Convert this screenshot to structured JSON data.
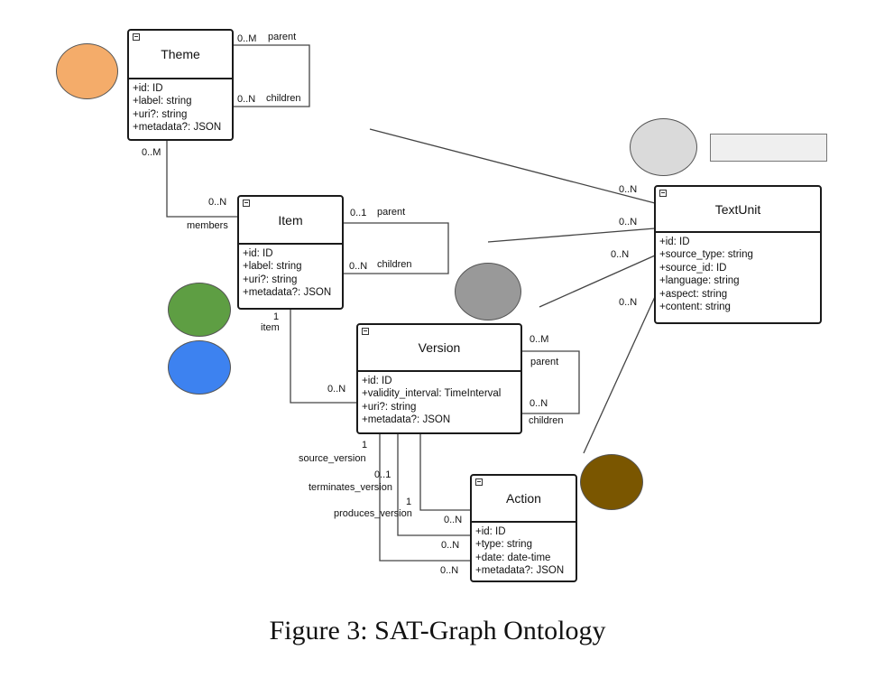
{
  "classes": {
    "theme": {
      "name": "Theme",
      "attrs": [
        "+id: ID",
        "+label: string",
        "+uri?: string",
        "+metadata?: JSON"
      ]
    },
    "item": {
      "name": "Item",
      "attrs": [
        "+id: ID",
        "+label: string",
        "+uri?: string",
        "+metadata?: JSON"
      ]
    },
    "version": {
      "name": "Version",
      "attrs": [
        "+id: ID",
        "+validity_interval: TimeInterval",
        "+uri?: string",
        "+metadata?: JSON"
      ]
    },
    "action": {
      "name": "Action",
      "attrs": [
        "+id: ID",
        "+type: string",
        "+date: date-time",
        "+metadata?: JSON"
      ]
    },
    "textunit": {
      "name": "TextUnit",
      "attrs": [
        "+id: ID",
        "+source_type: string",
        "+source_id: ID",
        "+language: string",
        "+aspect: string",
        "+content: string"
      ]
    }
  },
  "labels": {
    "theme_parent_mult": "0..M",
    "theme_parent_role": "parent",
    "theme_children_mult": "0..N",
    "theme_children_role": "children",
    "theme_members_mult": "0..M",
    "item_members_mult": "0..N",
    "item_members_role": "members",
    "item_parent_mult": "0..1",
    "item_parent_role": "parent",
    "item_children_mult": "0..N",
    "item_children_role": "children",
    "item_item_mult": "1",
    "item_item_role": "item",
    "version_item_mult": "0..N",
    "version_parent_mult": "0..M",
    "version_parent_role": "parent",
    "version_children_mult": "0..N",
    "version_children_role": "children",
    "source_version_mult": "1",
    "source_version_role": "source_version",
    "terminates_version_mult": "0..1",
    "terminates_version_role": "terminates_version",
    "produces_version_mult": "1",
    "produces_version_role": "produces_version",
    "action_mult_1": "0..N",
    "action_mult_2": "0..N",
    "action_mult_3": "0..N",
    "textunit_mult_1": "0..N",
    "textunit_mult_2": "0..N",
    "textunit_mult_3": "0..N",
    "textunit_mult_4": "0..N"
  },
  "circles": [
    {
      "name": "theme-marker",
      "color": "#F4AC6A"
    },
    {
      "name": "textunit-marker",
      "color": "#DADADA"
    },
    {
      "name": "relation-marker",
      "color": "#999999"
    },
    {
      "name": "green-marker",
      "color": "#5E9E43"
    },
    {
      "name": "blue-marker",
      "color": "#3D82F0"
    },
    {
      "name": "action-marker",
      "color": "#7A5600"
    }
  ],
  "swatch_color": "#EFEFEF",
  "caption": "Figure 3: SAT-Graph Ontology"
}
